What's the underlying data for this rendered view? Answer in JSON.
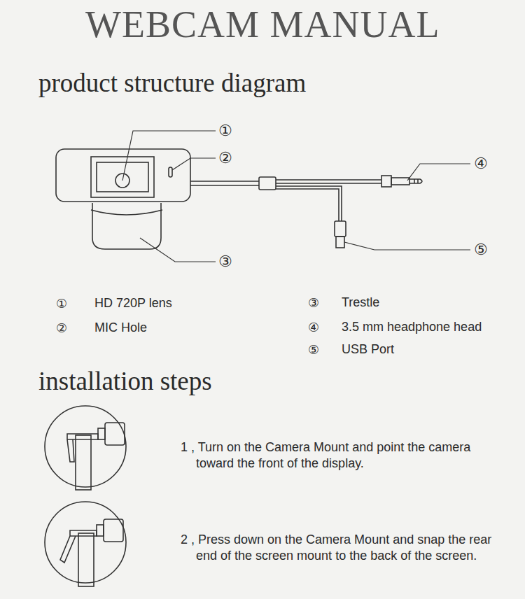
{
  "diagram": {
    "title": "WEBCAM MANUAL",
    "labels": [
      "product structure diagram",
      "①",
      "②",
      "③",
      "④",
      "⑤",
      "①",
      "HD 720P lens",
      "②",
      "MIC Hole",
      "③",
      "Trestle",
      "④",
      "3.5 mm headphone head",
      "⑤",
      "USB Port",
      "installation steps",
      "1 , Turn on the Camera Mount and point the camera toward the front of the display.",
      "2 , Press down on the Camera Mount and snap the rear end of the screen mount to the back of the screen."
    ]
  }
}
